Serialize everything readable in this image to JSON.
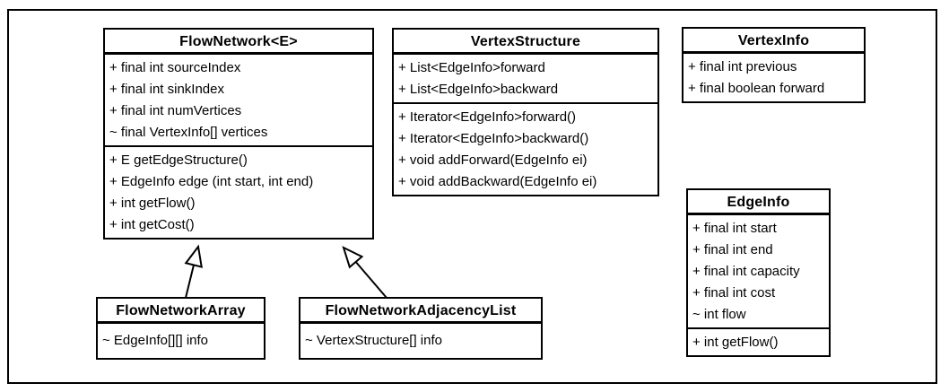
{
  "colors": {
    "ink": "#000000",
    "background": "#ffffff"
  },
  "classes": [
    {
      "title": "FlowNetwork<E>",
      "attributes": [
        "+ final int sourceIndex",
        "+ final int sinkIndex",
        "+ final int numVertices",
        "~ final VertexInfo[] vertices"
      ],
      "methods": [
        "+ E getEdgeStructure()",
        "+ EdgeInfo edge (int start, int end)",
        "+ int getFlow()",
        "+ int getCost()"
      ]
    },
    {
      "title": "VertexStructure",
      "attributes": [
        "+ List<EdgeInfo>forward",
        "+ List<EdgeInfo>backward"
      ],
      "methods": [
        "+ Iterator<EdgeInfo>forward()",
        "+ Iterator<EdgeInfo>backward()",
        "+ void addForward(EdgeInfo ei)",
        "+ void addBackward(EdgeInfo ei)"
      ]
    },
    {
      "title": "VertexInfo",
      "attributes": [
        "+ final int previous",
        "+ final boolean forward"
      ],
      "methods": []
    },
    {
      "title": "EdgeInfo",
      "attributes": [
        "+ final int start",
        "+ final int end",
        "+ final int capacity",
        "+ final int cost",
        "~ int flow"
      ],
      "methods": [
        "+ int getFlow()"
      ]
    },
    {
      "title": "FlowNetworkArray",
      "attributes": [
        "~ EdgeInfo[][] info"
      ],
      "methods": []
    },
    {
      "title": "FlowNetworkAdjacencyList",
      "attributes": [
        "~ VertexStructure[] info"
      ],
      "methods": []
    }
  ],
  "relationships": [
    {
      "type": "generalization",
      "from": "FlowNetworkArray",
      "to": "FlowNetwork<E>"
    },
    {
      "type": "generalization",
      "from": "FlowNetworkAdjacencyList",
      "to": "FlowNetwork<E>"
    }
  ]
}
